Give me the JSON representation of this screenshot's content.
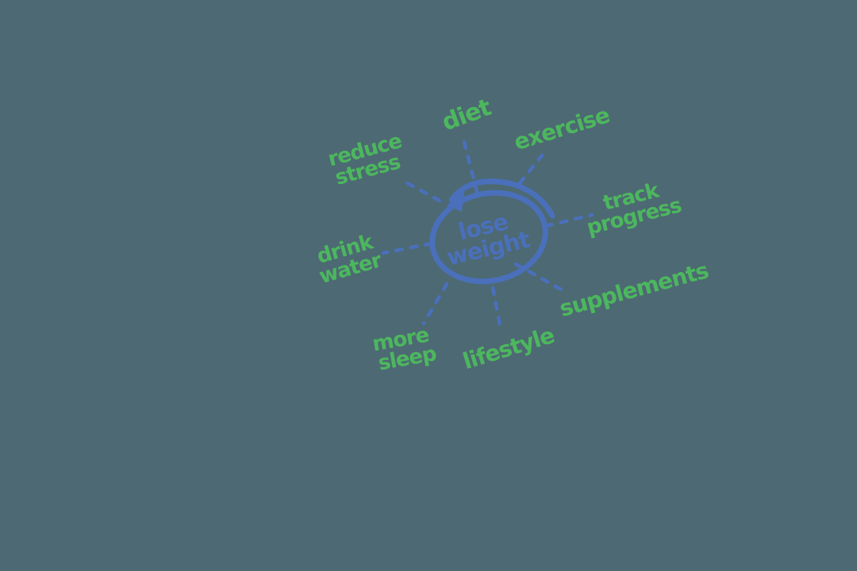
{
  "title": "lose weight mind map",
  "colors": {
    "background": "#4d6973",
    "branch_text": "#4cb75e",
    "center_accent": "#4a70bb"
  },
  "map": {
    "center": {
      "label": "lose weight",
      "lines": [
        "lose",
        "weight"
      ]
    },
    "branches": [
      {
        "id": "diet",
        "label": "diet",
        "lines": [
          "diet"
        ]
      },
      {
        "id": "exercise",
        "label": "exercise",
        "lines": [
          "exercise"
        ]
      },
      {
        "id": "track-progress",
        "label": "track progress",
        "lines": [
          "track",
          "progress"
        ]
      },
      {
        "id": "supplements",
        "label": "supplements",
        "lines": [
          "supplements"
        ]
      },
      {
        "id": "lifestyle",
        "label": "lifestyle",
        "lines": [
          "lifestyle"
        ]
      },
      {
        "id": "more-sleep",
        "label": "more sleep",
        "lines": [
          "more",
          "sleep"
        ]
      },
      {
        "id": "drink-water",
        "label": "drink water",
        "lines": [
          "drink",
          "water"
        ]
      },
      {
        "id": "reduce-stress",
        "label": "reduce stress",
        "lines": [
          "reduce",
          "stress"
        ]
      }
    ]
  }
}
